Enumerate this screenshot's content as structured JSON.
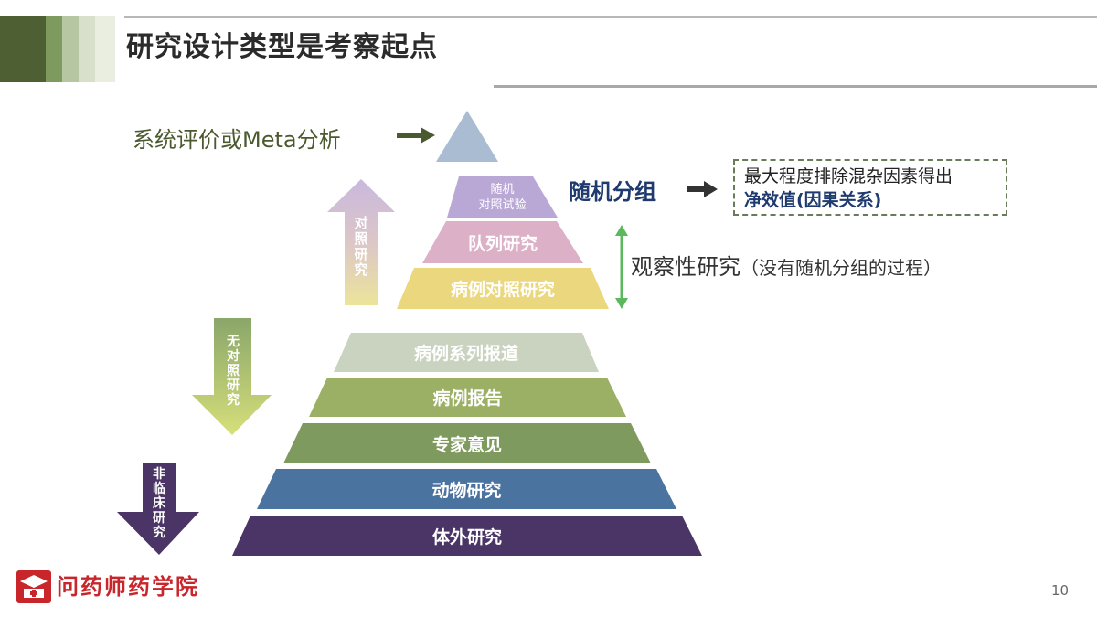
{
  "header": {
    "title": "研究设计类型是考察起点"
  },
  "pyramid": {
    "levels": [
      {
        "label": ""
      },
      {
        "label": "随机\n对照试验"
      },
      {
        "label": "队列研究"
      },
      {
        "label": "病例对照研究"
      },
      {
        "label": "病例系列报道"
      },
      {
        "label": "病例报告"
      },
      {
        "label": "专家意见"
      },
      {
        "label": "动物研究"
      },
      {
        "label": "体外研究"
      }
    ]
  },
  "annotations": {
    "meta": "系统评价或Meta分析",
    "random_group": "随机分组",
    "box_line1": "最大程度排除混杂因素得出",
    "box_line2": "净效值(因果关系)",
    "observational": "观察性研究",
    "observational_note": "（没有随机分组的过程）"
  },
  "side_arrows": {
    "controlled": "对\n照\n研\n究",
    "uncontrolled": "无\n对\n照\n研\n究",
    "nonclinical": "非\n临\n床\n研\n究"
  },
  "footer": {
    "brand": "问药师药学院",
    "page_number": "10"
  },
  "colors": {
    "level_meta": "#a9bcd2",
    "level_rct": "#b9a8d6",
    "level_cohort": "#dcb0c6",
    "level_casecontrol": "#ead77e",
    "level_caseseries": "#c9d3bf",
    "level_casereport": "#9bb064",
    "level_expert": "#7f9a5f",
    "level_animal": "#4b73a0",
    "level_invitro": "#4b3566"
  }
}
